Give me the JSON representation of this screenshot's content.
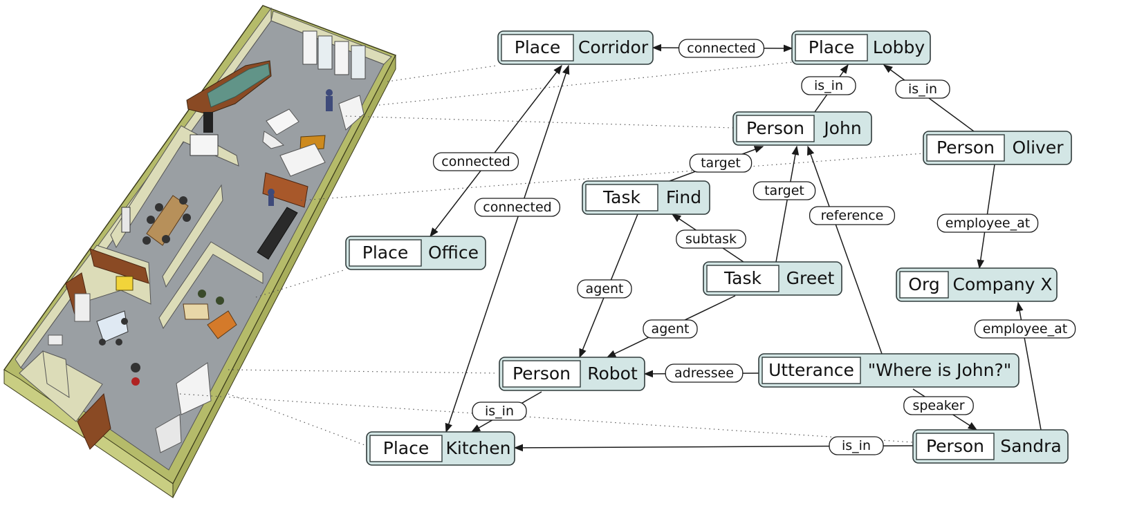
{
  "nodes": [
    {
      "id": "corridor",
      "type": "Place",
      "name": "Corridor"
    },
    {
      "id": "lobby",
      "type": "Place",
      "name": "Lobby"
    },
    {
      "id": "john",
      "type": "Person",
      "name": "John"
    },
    {
      "id": "oliver",
      "type": "Person",
      "name": "Oliver"
    },
    {
      "id": "find",
      "type": "Task",
      "name": "Find"
    },
    {
      "id": "office",
      "type": "Place",
      "name": "Office"
    },
    {
      "id": "greet",
      "type": "Task",
      "name": "Greet"
    },
    {
      "id": "companyx",
      "type": "Org",
      "name": "Company X"
    },
    {
      "id": "robot",
      "type": "Person",
      "name": "Robot"
    },
    {
      "id": "utterance",
      "type": "Utterance",
      "name": "\"Where is John?\""
    },
    {
      "id": "kitchen",
      "type": "Place",
      "name": "Kitchen"
    },
    {
      "id": "sandra",
      "type": "Person",
      "name": "Sandra"
    }
  ],
  "edges": [
    {
      "from": "lobby",
      "to": "corridor",
      "label": "connected",
      "both": true
    },
    {
      "from": "john",
      "to": "lobby",
      "label": "is_in"
    },
    {
      "from": "oliver",
      "to": "lobby",
      "label": "is_in"
    },
    {
      "from": "corridor",
      "to": "office",
      "label": "connected",
      "both": true
    },
    {
      "from": "corridor",
      "to": "kitchen",
      "label": "connected",
      "both": true
    },
    {
      "from": "find",
      "to": "john",
      "label": "target"
    },
    {
      "from": "greet",
      "to": "john",
      "label": "target"
    },
    {
      "from": "utterance",
      "to": "john",
      "label": "reference"
    },
    {
      "from": "oliver",
      "to": "companyx",
      "label": "employee_at"
    },
    {
      "from": "greet",
      "to": "find",
      "label": "subtask"
    },
    {
      "from": "find",
      "to": "robot",
      "label": "agent"
    },
    {
      "from": "greet",
      "to": "robot",
      "label": "agent"
    },
    {
      "from": "utterance",
      "to": "robot",
      "label": "adressee"
    },
    {
      "from": "sandra",
      "to": "companyx",
      "label": "employee_at"
    },
    {
      "from": "utterance",
      "to": "sandra",
      "label": "speaker"
    },
    {
      "from": "robot",
      "to": "kitchen",
      "label": "is_in"
    },
    {
      "from": "sandra",
      "to": "kitchen",
      "label": "is_in"
    }
  ],
  "colors": {
    "node_fill": "#d3e6e5",
    "floor": "#9a9fa3",
    "wall_top": "#c8cc86",
    "wall_inner": "#dcdcb8",
    "wood": "#8a4a24",
    "edge_stroke": "#1a1a1a"
  }
}
